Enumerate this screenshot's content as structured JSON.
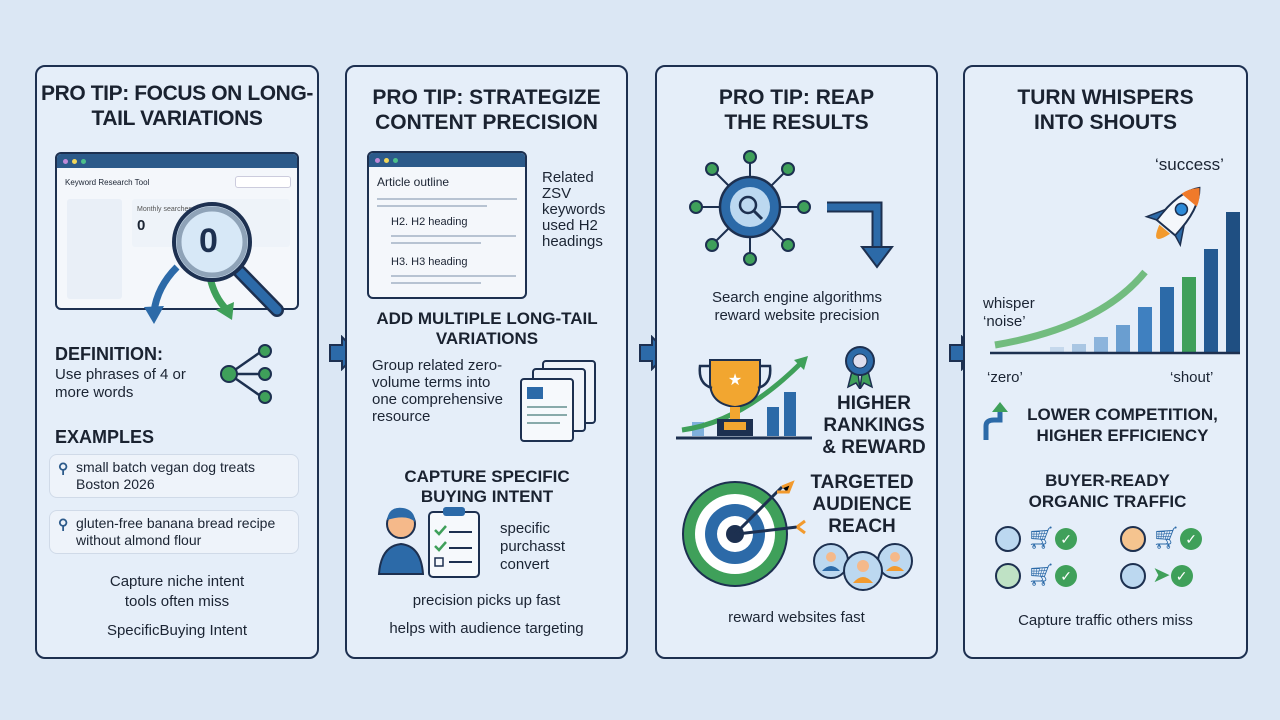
{
  "panels": [
    {
      "title": "PRO TIP: FOCUS ON LONG-TAIL VARIATIONS",
      "tool_window": {
        "title": "Keyword Research Tool",
        "metric_label": "Monthly searches",
        "metric_value": "0",
        "magnifier_value": "0"
      },
      "definition_heading": "DEFINITION:",
      "definition_text": "Use phrases of 4 or more words",
      "examples_heading": "EXAMPLES",
      "examples": [
        "small batch vegan dog treats Boston 2026",
        "gluten-free banana bread recipe without almond flour"
      ],
      "footer_1": "Capture niche intent tools often miss",
      "footer_2": "SpecificBuying Intent"
    },
    {
      "title": "PRO TIP: STRATEGIZE CONTENT PRECISION",
      "outline": {
        "title": "Article outline",
        "h2": "H2. H2 heading",
        "h3": "H3. H3 heading"
      },
      "callout": "Related ZSV keywords used H2 headings",
      "section1_heading": "ADD MULTIPLE LONG-TAIL VARIATIONS",
      "section1_text": "Group related zero-volume terms into one comprehensive resource",
      "section2_heading": "CAPTURE SPECIFIC BUYING INTENT",
      "section2_text": "specific purchasst convert",
      "footer_1": "precision picks up fast",
      "footer_2": "helps with audience targeting"
    },
    {
      "title": "PRO TIP: REAP THE RESULTS",
      "algo_text": "Search engine algorithms reward website precision",
      "rankings_heading": "HIGHER RANKINGS & REWARD",
      "audience_heading": "TARGETED AUDIENCE REACH",
      "footer": "reward websites fast"
    },
    {
      "title": "TURN WHISPERS INTO SHOUTS",
      "chart_labels": {
        "top": "‘success’",
        "whisper": "whisper ‘noise’",
        "zero": "‘zero’",
        "shout": "‘shout’"
      },
      "competition_heading": "LOWER COMPETITION, HIGHER EFFICIENCY",
      "traffic_heading": "BUYER-READY ORGANIC TRAFFIC",
      "footer": "Capture traffic others miss"
    }
  ],
  "colors": {
    "navy": "#1d3050",
    "blue": "#2c6aa8",
    "green": "#3fa05a",
    "orange": "#f29a2e"
  }
}
